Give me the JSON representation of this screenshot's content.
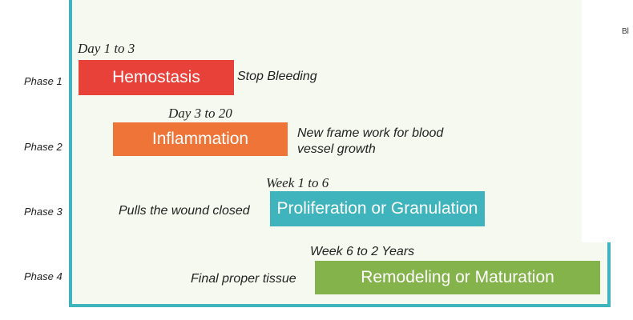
{
  "edge_texts": [
    "Bl"
  ],
  "phases": [
    {
      "label": "Phase 1",
      "time": "Day 1 to 3",
      "name": "Hemostasis",
      "description_lines": [
        "Stop Bleeding"
      ],
      "color": "#e8413a"
    },
    {
      "label": "Phase 2",
      "time": "Day 3 to 20",
      "name": "Inflammation",
      "description_lines": [
        "New frame work for blood",
        "vessel growth"
      ],
      "color": "#ee7438"
    },
    {
      "label": "Phase 3",
      "time": "Week 1 to 6",
      "name": "Proliferation or Granulation",
      "description_lines": [
        "Pulls the wound closed"
      ],
      "color": "#3fb4bc"
    },
    {
      "label": "Phase 4",
      "time": "Week 6 to 2 Years",
      "name": "Remodeling or Maturation",
      "description_lines": [
        "Final proper tissue"
      ],
      "color": "#83b34a"
    }
  ]
}
